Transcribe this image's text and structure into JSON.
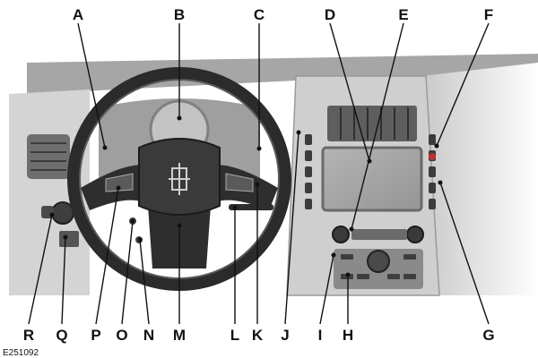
{
  "figure_id": "E251092",
  "colors": {
    "ink": "#111111",
    "dash_dark": "#9a9a9a",
    "dash_mid": "#bdbdbd",
    "dash_light": "#d9d9d9",
    "panel": "#c8c8c8",
    "screen": "#a9a9a9",
    "button": "#3a3a3a",
    "wheel": "#2b2b2b"
  },
  "callouts": {
    "top": [
      "A",
      "B",
      "C",
      "D",
      "E",
      "F"
    ],
    "bottom": [
      "R",
      "Q",
      "P",
      "O",
      "N",
      "M",
      "L",
      "K",
      "J",
      "I",
      "H",
      "G"
    ]
  }
}
